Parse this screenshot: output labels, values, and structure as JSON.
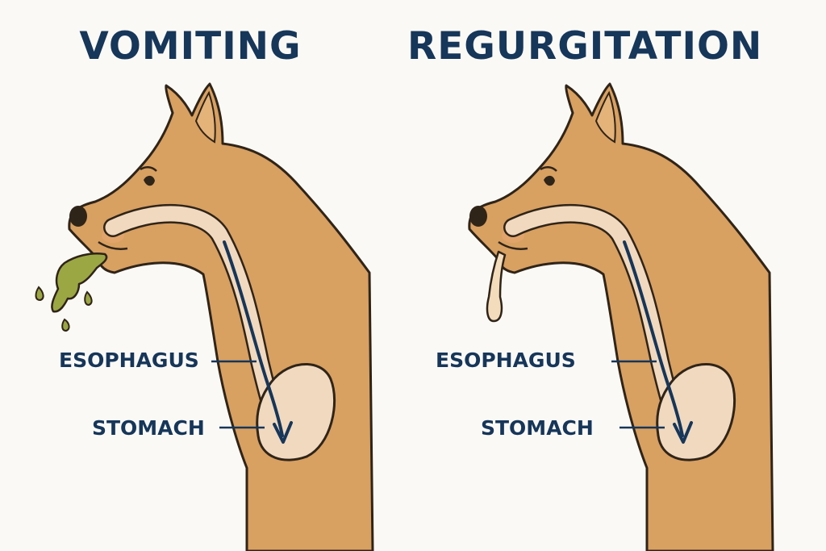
{
  "panels": [
    {
      "title": "VOMITING",
      "labels": {
        "esophagus": "ESOPHAGUS",
        "stomach": "STOMACH"
      }
    },
    {
      "title": "REGURGITATION",
      "labels": {
        "esophagus": "ESOPHAGUS",
        "stomach": "STOMACH"
      }
    }
  ],
  "colors": {
    "background": "#fbf9f5",
    "fur": "#d8a061",
    "outline": "#2f2418",
    "tract": "#f1d9bf",
    "text": "#16365a",
    "vomit": "#9ba743",
    "saliva": "#f3dcbc"
  },
  "icons": {
    "left": "dog-vomiting-illustration",
    "right": "dog-regurgitating-illustration"
  }
}
